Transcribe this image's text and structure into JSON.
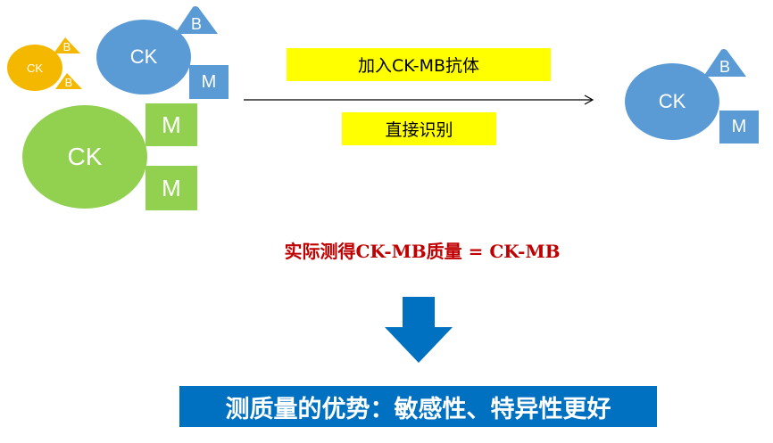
{
  "colors": {
    "orange": "#f5b800",
    "blue": "#5b9bd5",
    "green": "#92d050",
    "yellow_label": "#ffff00",
    "red_text": "#c00000",
    "banner_bg": "#0070c0"
  },
  "left_cluster": {
    "small_ck": "CK",
    "small_b_top": "B",
    "small_b_bottom": "B",
    "mid_ck": "CK",
    "mid_b": "B",
    "mid_m": "M",
    "big_ck": "CK",
    "big_m_top": "M",
    "big_m_bottom": "M"
  },
  "arrow": {
    "label_top": "加入CK-MB抗体",
    "label_bottom": "直接识别"
  },
  "right_molecule": {
    "ck": "CK",
    "b": "B",
    "m": "M"
  },
  "formula": "实际测得CK-MB质量 = CK-MB",
  "conclusion": "测质量的优势：敏感性、特异性更好"
}
